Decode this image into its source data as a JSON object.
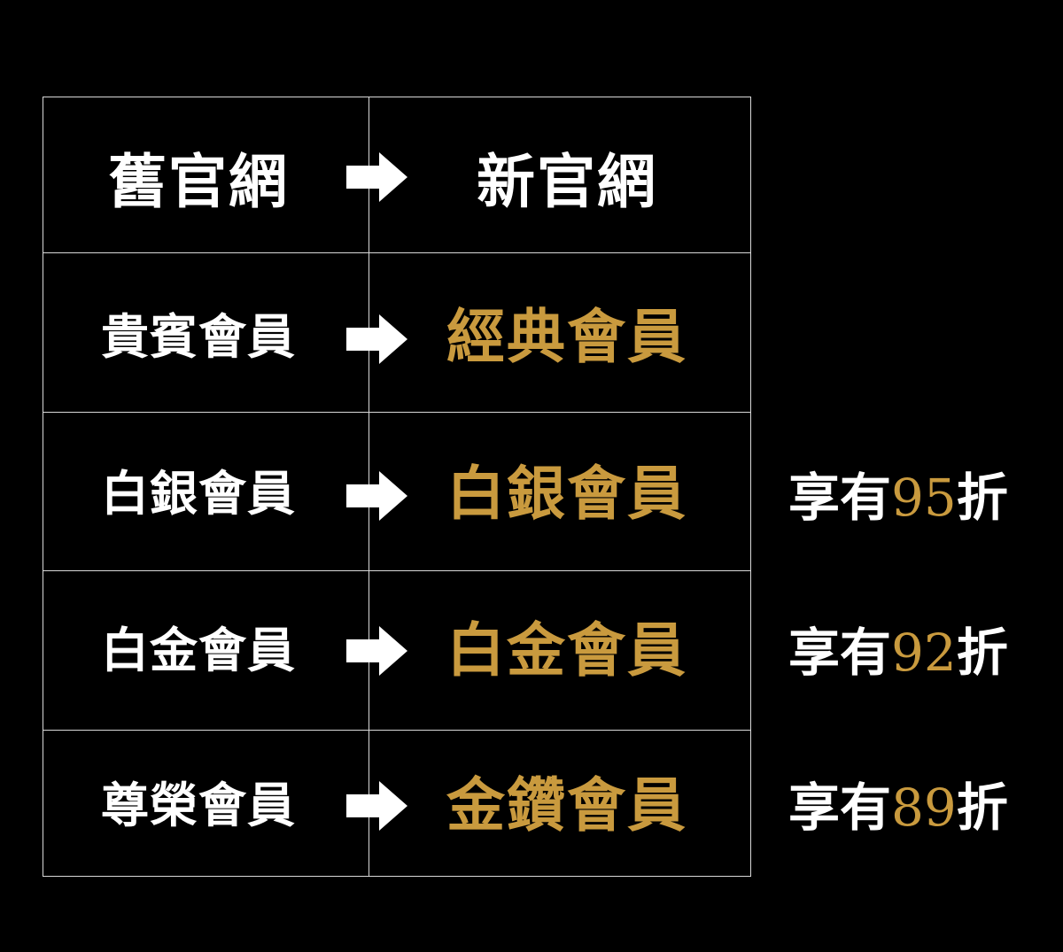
{
  "rows": [
    {
      "from": "舊官網",
      "to": "新官網",
      "to_color": "#ffffff"
    },
    {
      "from": "貴賓會員",
      "to": "經典會員",
      "to_color": "#c99a3e"
    },
    {
      "from": "白銀會員",
      "to": "白銀會員",
      "to_color": "#c99a3e"
    },
    {
      "from": "白金會員",
      "to": "白金會員",
      "to_color": "#c99a3e"
    },
    {
      "from": "尊榮會員",
      "to": "金鑽會員",
      "to_color": "#c99a3e"
    }
  ],
  "discounts": [
    {
      "prefix": "享有",
      "number": "95",
      "suffix": "折"
    },
    {
      "prefix": "享有",
      "number": "92",
      "suffix": "折"
    },
    {
      "prefix": "享有",
      "number": "89",
      "suffix": "折"
    }
  ],
  "colors": {
    "background": "#000000",
    "gold": "#c99a3e",
    "white": "#ffffff",
    "grid_line": "#d9d9d9"
  },
  "icons": {
    "arrow": "right-arrow-icon"
  }
}
